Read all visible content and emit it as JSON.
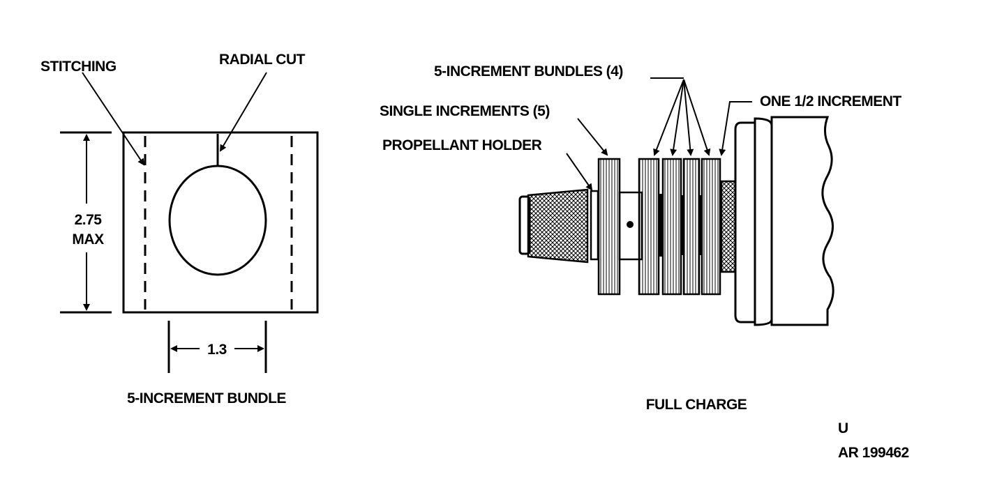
{
  "left_figure": {
    "labels": {
      "stitching": "STITCHING",
      "radial_cut": "RADIAL CUT",
      "height_value": "2.75",
      "height_unit": "MAX",
      "width_value": "1.3",
      "caption": "5-INCREMENT BUNDLE"
    }
  },
  "right_figure": {
    "labels": {
      "bundles": "5-INCREMENT BUNDLES (4)",
      "half_increment": "ONE 1/2 INCREMENT",
      "single_increments": "SINGLE INCREMENTS (5)",
      "propellant_holder": "PROPELLANT HOLDER",
      "caption": "FULL CHARGE"
    }
  },
  "reference": {
    "line1": "U",
    "line2": "AR 199462"
  },
  "colors": {
    "ink": "#000000",
    "paper": "#ffffff"
  }
}
